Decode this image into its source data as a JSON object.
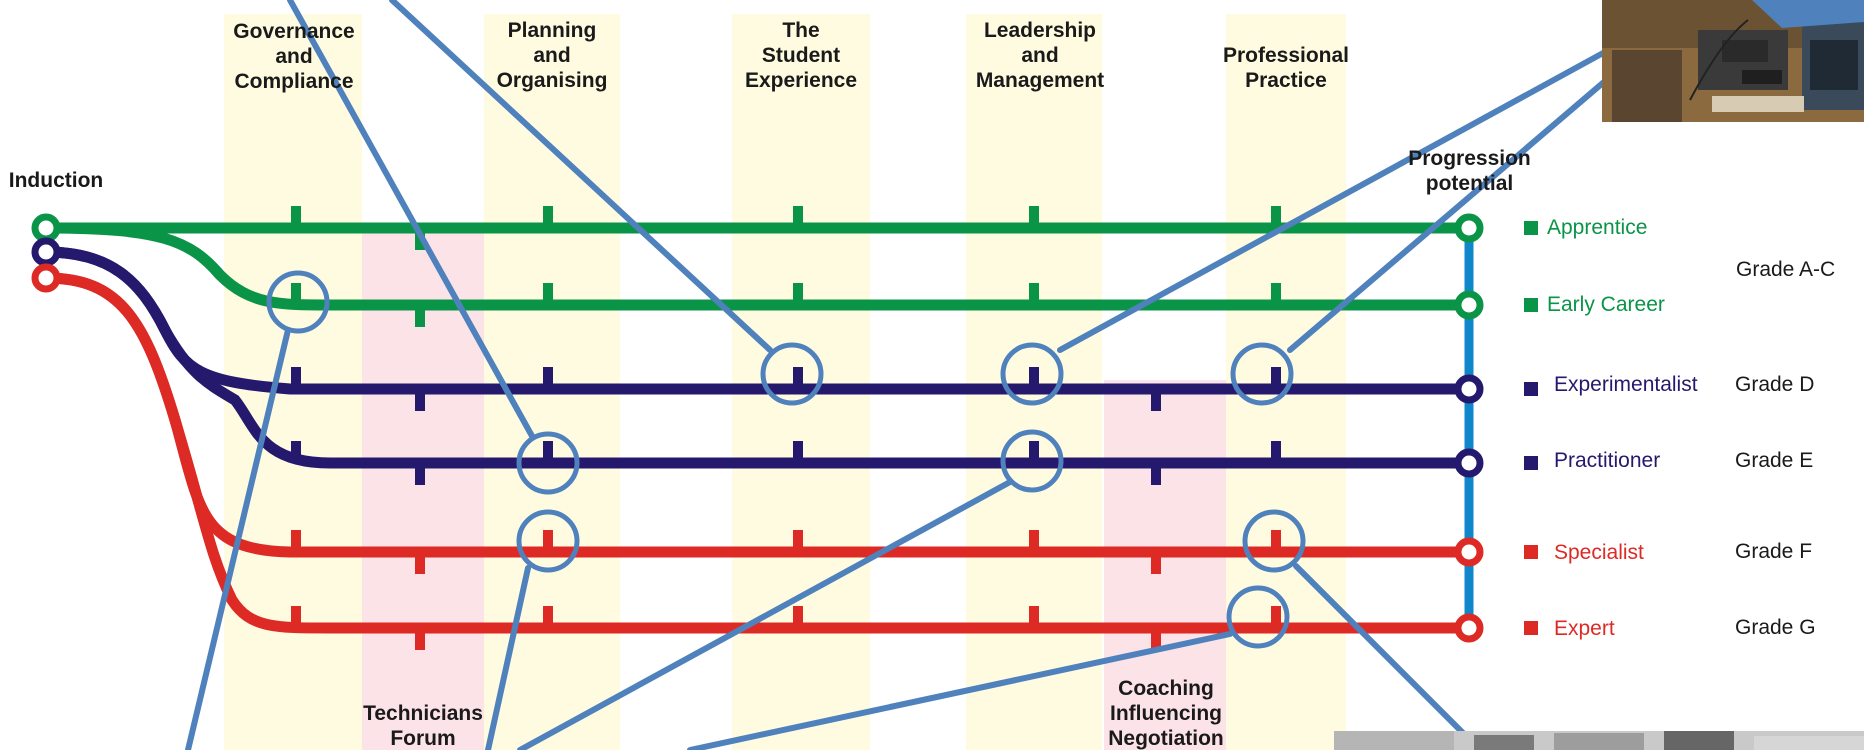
{
  "colors": {
    "green": "#0a9447",
    "navy": "#25196e",
    "red": "#dd2a25",
    "blue_bar": "#1187cb",
    "callout": "#4f81bd",
    "yellow_band": "#fffbe0",
    "pink_band": "#fbe3e8"
  },
  "header_labels": {
    "induction": "Induction",
    "governance": "Governance\nand\nCompliance",
    "planning": "Planning\nand\nOrganising",
    "student": "The\nStudent\nExperience",
    "leadership": "Leadership\nand\nManagement",
    "professional": "Professional\nPractice",
    "progression": "Progression\npotential"
  },
  "bottom_labels": {
    "technicians_forum": "Technicians\nForum",
    "coaching": "Coaching\nInfluencing\nNegotiation"
  },
  "tracks": [
    {
      "name": "Apprentice",
      "color": "green",
      "grade": "Grade A-C"
    },
    {
      "name": "Early Career",
      "color": "green",
      "grade": ""
    },
    {
      "name": "Experimentalist",
      "color": "navy",
      "grade": "Grade D"
    },
    {
      "name": "Practitioner",
      "color": "navy",
      "grade": "Grade E"
    },
    {
      "name": "Specialist",
      "color": "red",
      "grade": "Grade F"
    },
    {
      "name": "Expert",
      "color": "red",
      "grade": "Grade G"
    }
  ],
  "icons": {
    "photo_top_right": "photo-lab-workstation",
    "photo_bottom_right": "photo-lab-equipment"
  }
}
